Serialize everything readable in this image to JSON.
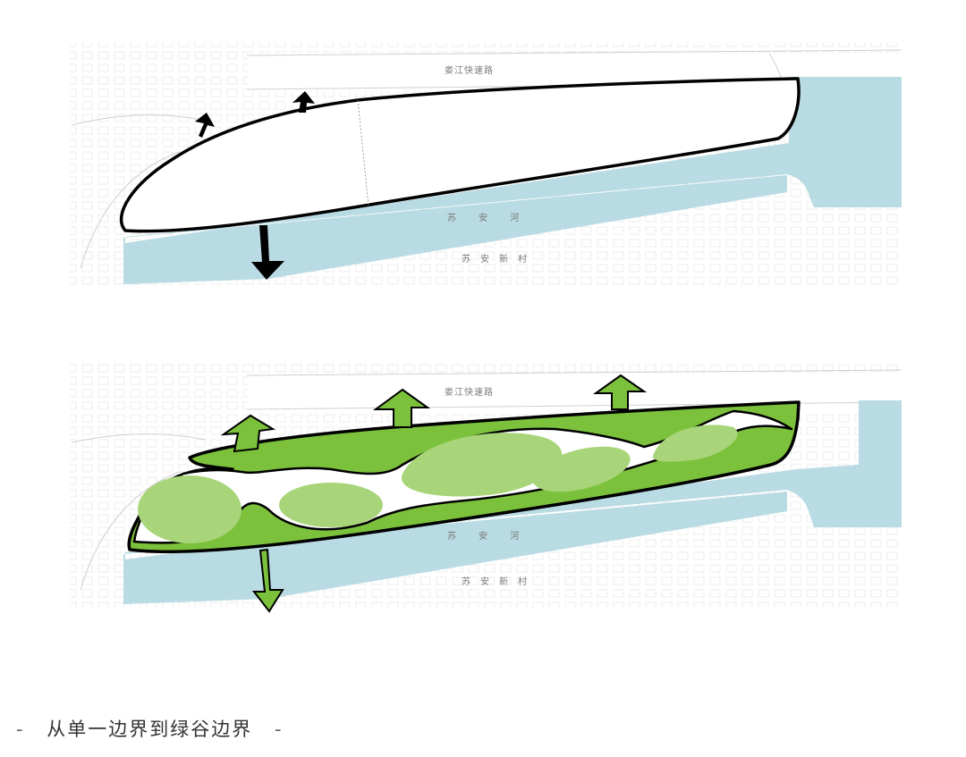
{
  "diagrams": [
    {
      "id": "before",
      "road_label": "娄江快速路",
      "river_label": "苏 安 河",
      "village_label": "苏安新村"
    },
    {
      "id": "after",
      "road_label": "娄江快速路",
      "river_label": "苏 安 河",
      "village_label": "苏安新村"
    }
  ],
  "caption": {
    "dash_left": "-",
    "text": "从单一边界到绿谷边界",
    "dash_right": "-"
  },
  "colors": {
    "river": "#b9dbe3",
    "park_dark_green": "#7cc13c",
    "park_light_green": "#a8d57a",
    "outline": "#000000",
    "map_lines": "#d6d6d6"
  }
}
